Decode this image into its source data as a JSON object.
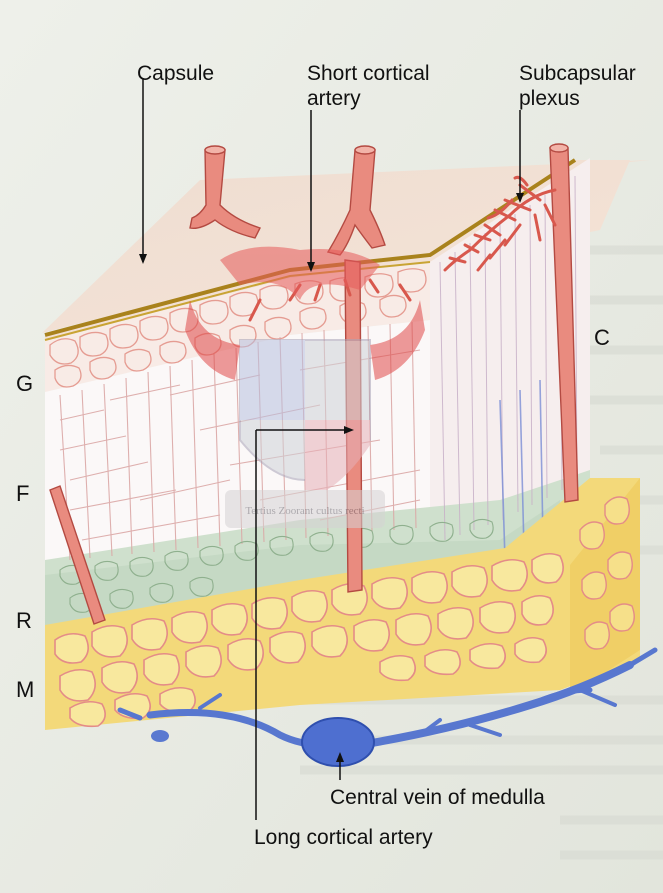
{
  "labels": {
    "capsule": "Capsule",
    "short_cortical_artery_line1": "Short cortical",
    "short_cortical_artery_line2": "artery",
    "subcapsular_plexus_line1": "Subcapsular",
    "subcapsular_plexus_line2": "plexus",
    "c": "C",
    "g": "G",
    "f": "F",
    "r": "R",
    "m": "M",
    "central_vein": "Central vein of medulla",
    "long_cortical_artery": "Long cortical artery"
  },
  "watermark": {
    "text": "Tertius Zoorant cultus recti"
  },
  "colors": {
    "artery": "#e98b7f",
    "artery_outline": "#b44a42",
    "capsule_top": "#f2d9c8",
    "capsule_edge": "#a9821c",
    "glomerulosa": "#f7e8e2",
    "fasciculata": "#fbf7f7",
    "reticularis": "#cfe0cd",
    "medulla_cells": "#f6e28a",
    "medulla_lines": "#e88f88",
    "vein": "#5a79d0",
    "vein_dark": "#3e5cba"
  }
}
